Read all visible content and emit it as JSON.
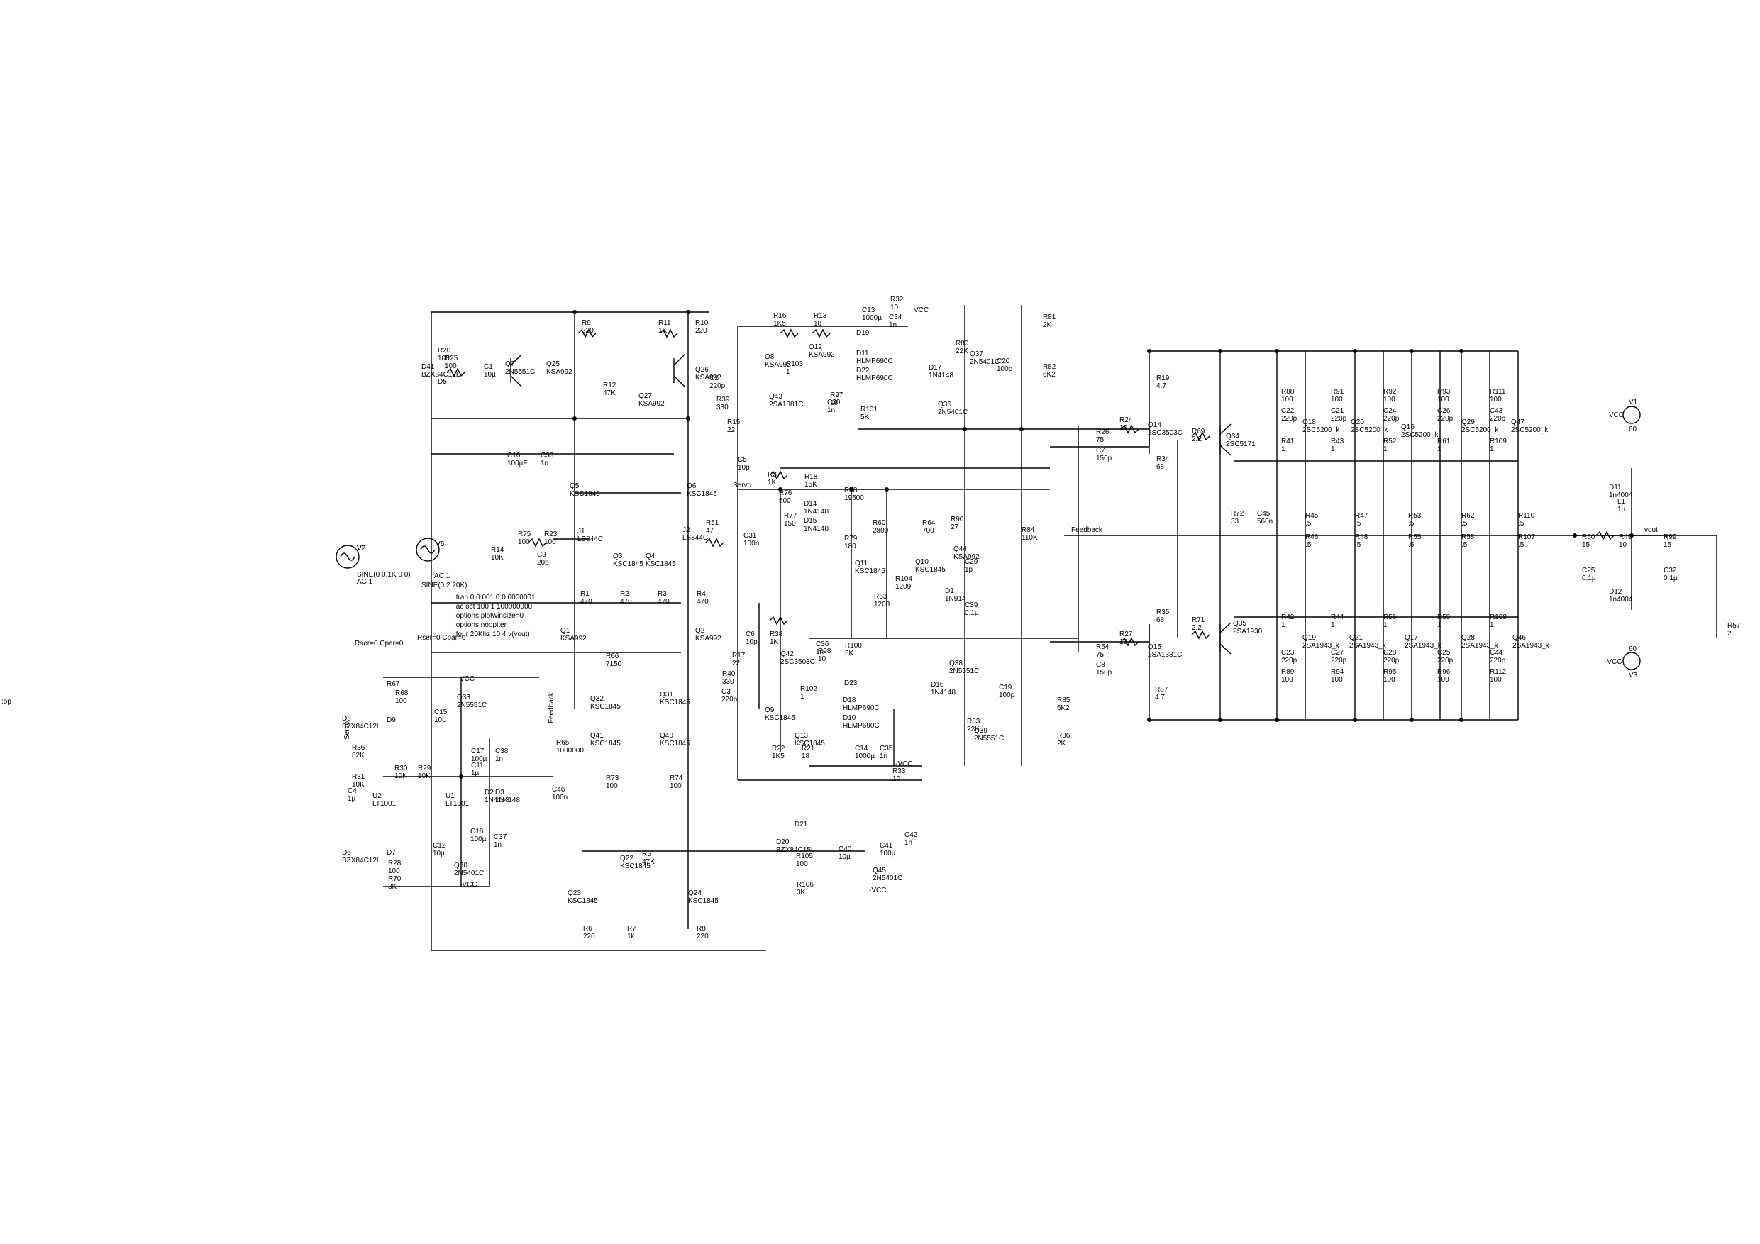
{
  "left_label": ";op",
  "directives": [
    ".tran 0 0.001 0 0.0000001",
    ";ac oct 100 1 100000000",
    ".options plotwinsize=0",
    ".options noopiter",
    ".four 20Khz 10 4 v(vout)"
  ],
  "notes": [
    "Rser=0 Cpar=0",
    "Rser=0 Cpar=0"
  ],
  "net_labels": {
    "vout": "vout",
    "feedback": "Feedback",
    "feedback_vertical": "Feedback",
    "servo": "Servo",
    "servo2": "Servo"
  },
  "sources": [
    {
      "ref": "V2",
      "value": "SINE(0 0.1K 0 0)",
      "extra": "AC 1"
    },
    {
      "ref": "V6",
      "value": "SINE(0 2 20K)",
      "extra": "AC 1"
    },
    {
      "ref": "V1",
      "value": "60"
    },
    {
      "ref": "V3",
      "value": "60"
    }
  ],
  "power_flags": [
    "VCC",
    "-VCC"
  ],
  "components": [
    {
      "ref": "R9",
      "value": "220"
    },
    {
      "ref": "R11",
      "value": "1K"
    },
    {
      "ref": "R10",
      "value": "220"
    },
    {
      "ref": "R16",
      "value": "1K5"
    },
    {
      "ref": "R13",
      "value": "18"
    },
    {
      "ref": "R32",
      "value": "10"
    },
    {
      "ref": "C13",
      "value": "1000µ"
    },
    {
      "ref": "C34",
      "value": "1n"
    },
    {
      "ref": "R81",
      "value": "2K"
    },
    {
      "ref": "R82",
      "value": "6K2"
    },
    {
      "ref": "R20",
      "value": "100"
    },
    {
      "ref": "R25",
      "value": "100"
    },
    {
      "ref": "C1",
      "value": "10µ"
    },
    {
      "ref": "Q7",
      "value": "2N5551C"
    },
    {
      "ref": "D41",
      "value": "BZX84C12L"
    },
    {
      "ref": "D5",
      "value": ""
    },
    {
      "ref": "Q25",
      "value": "KSA992"
    },
    {
      "ref": "Q26",
      "value": "KSA992"
    },
    {
      "ref": "Q27",
      "value": "KSA992"
    },
    {
      "ref": "R12",
      "value": "47K"
    },
    {
      "ref": "C2",
      "value": "220p"
    },
    {
      "ref": "R39",
      "value": "330"
    },
    {
      "ref": "R15",
      "value": "22"
    },
    {
      "ref": "Q8",
      "value": "KSA992"
    },
    {
      "ref": "Q12",
      "value": "KSA992"
    },
    {
      "ref": "R103",
      "value": "1"
    },
    {
      "ref": "Q43",
      "value": "2SA1381C"
    },
    {
      "ref": "R97",
      "value": "10"
    },
    {
      "ref": "C30",
      "value": "1n"
    },
    {
      "ref": "R101",
      "value": "5K"
    },
    {
      "ref": "D19",
      "value": ""
    },
    {
      "ref": "D11",
      "value": "HLMP690C"
    },
    {
      "ref": "D22",
      "value": "HLMP690C"
    },
    {
      "ref": "R80",
      "value": "22K"
    },
    {
      "ref": "Q37",
      "value": "2N5401C"
    },
    {
      "ref": "C20",
      "value": "100p"
    },
    {
      "ref": "D17",
      "value": "1N4148"
    },
    {
      "ref": "Q36",
      "value": "2N5401C"
    },
    {
      "ref": "C16",
      "value": "100µF"
    },
    {
      "ref": "C33",
      "value": "1n"
    },
    {
      "ref": "Q5",
      "value": "KSC1845"
    },
    {
      "ref": "Q6",
      "value": "KSC1845"
    },
    {
      "ref": "C5",
      "value": "10p"
    },
    {
      "ref": "R37",
      "value": "1K"
    },
    {
      "ref": "R18",
      "value": "15K"
    },
    {
      "ref": "R76",
      "value": "500"
    },
    {
      "ref": "R78",
      "value": "19500"
    },
    {
      "ref": "D14",
      "value": "1N4148"
    },
    {
      "ref": "D15",
      "value": "1N4148"
    },
    {
      "ref": "R77",
      "value": "150"
    },
    {
      "ref": "R79",
      "value": "180"
    },
    {
      "ref": "R60",
      "value": "2800"
    },
    {
      "ref": "R64",
      "value": "700"
    },
    {
      "ref": "R90",
      "value": "27"
    },
    {
      "ref": "Q44",
      "value": "KSA992"
    },
    {
      "ref": "C29",
      "value": "1p"
    },
    {
      "ref": "Q11",
      "value": "KSC1845"
    },
    {
      "ref": "Q10",
      "value": "KSC1845"
    },
    {
      "ref": "R104",
      "value": "1209"
    },
    {
      "ref": "R63",
      "value": "1208"
    },
    {
      "ref": "D1",
      "value": "1N914"
    },
    {
      "ref": "C39",
      "value": "0.1µ"
    },
    {
      "ref": "R84",
      "value": "110K"
    },
    {
      "ref": "V2",
      "value": ""
    },
    {
      "ref": "V6",
      "value": ""
    },
    {
      "ref": "R75",
      "value": "100"
    },
    {
      "ref": "R23",
      "value": "100"
    },
    {
      "ref": "C9",
      "value": "20p"
    },
    {
      "ref": "R14",
      "value": "10K"
    },
    {
      "ref": "J1",
      "value": "LS844C"
    },
    {
      "ref": "J2",
      "value": "LS844C"
    },
    {
      "ref": "Q3",
      "value": "KSC1845"
    },
    {
      "ref": "Q4",
      "value": "KSC1845"
    },
    {
      "ref": "R51",
      "value": "47"
    },
    {
      "ref": "C31",
      "value": "100p"
    },
    {
      "ref": "R1",
      "value": "470"
    },
    {
      "ref": "R2",
      "value": "470"
    },
    {
      "ref": "R3",
      "value": "470"
    },
    {
      "ref": "R4",
      "value": "470"
    },
    {
      "ref": "Q1",
      "value": "KSA992"
    },
    {
      "ref": "Q2",
      "value": "KSA992"
    },
    {
      "ref": "R66",
      "value": "7150"
    },
    {
      "ref": "R17",
      "value": "22"
    },
    {
      "ref": "R40",
      "value": "330"
    },
    {
      "ref": "C3",
      "value": "220p"
    },
    {
      "ref": "C6",
      "value": "10p"
    },
    {
      "ref": "R38",
      "value": "1K"
    },
    {
      "ref": "Q42",
      "value": "2SC3503C"
    },
    {
      "ref": "C36",
      "value": "1n"
    },
    {
      "ref": "R98",
      "value": "10"
    },
    {
      "ref": "R100",
      "value": "5K"
    },
    {
      "ref": "R102",
      "value": "1"
    },
    {
      "ref": "Q9",
      "value": "KSC1845"
    },
    {
      "ref": "Q13",
      "value": "KSC1845"
    },
    {
      "ref": "D23",
      "value": ""
    },
    {
      "ref": "D18",
      "value": "HLMP690C"
    },
    {
      "ref": "D10",
      "value": "HLMP690C"
    },
    {
      "ref": "R22",
      "value": "1K5"
    },
    {
      "ref": "R21",
      "value": "18"
    },
    {
      "ref": "C14",
      "value": "1000µ"
    },
    {
      "ref": "C35",
      "value": "1n"
    },
    {
      "ref": "R33",
      "value": "10"
    },
    {
      "ref": "Q38",
      "value": "2N5551C"
    },
    {
      "ref": "D16",
      "value": "1N4148"
    },
    {
      "ref": "C19",
      "value": "100p"
    },
    {
      "ref": "R83",
      "value": "22K"
    },
    {
      "ref": "Q39",
      "value": "2N5551C"
    },
    {
      "ref": "R85",
      "value": "6K2"
    },
    {
      "ref": "R86",
      "value": "2K"
    },
    {
      "ref": "Q32",
      "value": "KSC1845"
    },
    {
      "ref": "Q31",
      "value": "KSC1845"
    },
    {
      "ref": "Q41",
      "value": "KSC1845"
    },
    {
      "ref": "Q40",
      "value": "KSC1845"
    },
    {
      "ref": "R73",
      "value": "100"
    },
    {
      "ref": "R74",
      "value": "100"
    },
    {
      "ref": "R65",
      "value": "1000000"
    },
    {
      "ref": "C46",
      "value": "100n"
    },
    {
      "ref": "Q22",
      "value": "KSC1845"
    },
    {
      "ref": "R5",
      "value": "47K"
    },
    {
      "ref": "Q23",
      "value": "KSC1845"
    },
    {
      "ref": "Q24",
      "value": "KSC1845"
    },
    {
      "ref": "R6",
      "value": "220"
    },
    {
      "ref": "R7",
      "value": "1k"
    },
    {
      "ref": "R8",
      "value": "220"
    },
    {
      "ref": "D21",
      "value": ""
    },
    {
      "ref": "D20",
      "value": "BZX84C15L"
    },
    {
      "ref": "R105",
      "value": "100"
    },
    {
      "ref": "R106",
      "value": "3K"
    },
    {
      "ref": "C40",
      "value": "10µ"
    },
    {
      "ref": "C41",
      "value": "100µ"
    },
    {
      "ref": "C42",
      "value": "1n"
    },
    {
      "ref": "Q45",
      "value": "2N5401C"
    },
    {
      "ref": "R67",
      "value": ""
    },
    {
      "ref": "R68",
      "value": "100"
    },
    {
      "ref": "D8",
      "value": "BZX84C12L"
    },
    {
      "ref": "D9",
      "value": ""
    },
    {
      "ref": "Q33",
      "value": "2N5551C"
    },
    {
      "ref": "C15",
      "value": "10µ"
    },
    {
      "ref": "C17",
      "value": "100µ"
    },
    {
      "ref": "C38",
      "value": "1n"
    },
    {
      "ref": "R36",
      "value": "82K"
    },
    {
      "ref": "R31",
      "value": "10K"
    },
    {
      "ref": "C4",
      "value": "1µ"
    },
    {
      "ref": "R30",
      "value": "10K"
    },
    {
      "ref": "R29",
      "value": "10K"
    },
    {
      "ref": "C11",
      "value": "1µ"
    },
    {
      "ref": "U2",
      "value": "LT1001"
    },
    {
      "ref": "U1",
      "value": "LT1001"
    },
    {
      "ref": "D2",
      "value": "1N4148"
    },
    {
      "ref": "D3",
      "value": "1N4148"
    },
    {
      "ref": "C18",
      "value": "100µ"
    },
    {
      "ref": "C37",
      "value": "1n"
    },
    {
      "ref": "D7",
      "value": ""
    },
    {
      "ref": "D6",
      "value": "BZX84C12L"
    },
    {
      "ref": "R28",
      "value": "100"
    },
    {
      "ref": "R70",
      "value": "3K"
    },
    {
      "ref": "C12",
      "value": "10µ"
    },
    {
      "ref": "Q30",
      "value": "2N5401C"
    },
    {
      "ref": "R19",
      "value": "4.7"
    },
    {
      "ref": "R26",
      "value": "75"
    },
    {
      "ref": "C7",
      "value": "150p"
    },
    {
      "ref": "R24",
      "value": "10"
    },
    {
      "ref": "Q14",
      "value": "2SC3503C"
    },
    {
      "ref": "R34",
      "value": "68"
    },
    {
      "ref": "R69",
      "value": "2.2"
    },
    {
      "ref": "Q34",
      "value": "2SC5171"
    },
    {
      "ref": "R72",
      "value": "33"
    },
    {
      "ref": "C45",
      "value": "560n"
    },
    {
      "ref": "R35",
      "value": "68"
    },
    {
      "ref": "R27",
      "value": "10"
    },
    {
      "ref": "Q15",
      "value": "2SA1381C"
    },
    {
      "ref": "R54",
      "value": "75"
    },
    {
      "ref": "C8",
      "value": "150p"
    },
    {
      "ref": "R87",
      "value": "4.7"
    },
    {
      "ref": "R71",
      "value": "2.2"
    },
    {
      "ref": "Q35",
      "value": "2SA1930"
    },
    {
      "ref": "R88",
      "value": "100"
    },
    {
      "ref": "C22",
      "value": "220p"
    },
    {
      "ref": "Q18",
      "value": "2SC5200_k"
    },
    {
      "ref": "R91",
      "value": "100"
    },
    {
      "ref": "C21",
      "value": "220p"
    },
    {
      "ref": "Q20",
      "value": "2SC5200_k"
    },
    {
      "ref": "R92",
      "value": "100"
    },
    {
      "ref": "C24",
      "value": "220p"
    },
    {
      "ref": "Q16",
      "value": "2SC5200_k"
    },
    {
      "ref": "R93",
      "value": "100"
    },
    {
      "ref": "C26",
      "value": "220p"
    },
    {
      "ref": "Q29",
      "value": "2SC5200_k"
    },
    {
      "ref": "R111",
      "value": "100"
    },
    {
      "ref": "C43",
      "value": "220p"
    },
    {
      "ref": "Q47",
      "value": "2SC5200_k"
    },
    {
      "ref": "R41",
      "value": "1"
    },
    {
      "ref": "R43",
      "value": "1"
    },
    {
      "ref": "R52",
      "value": "1"
    },
    {
      "ref": "R61",
      "value": "1"
    },
    {
      "ref": "R109",
      "value": "1"
    },
    {
      "ref": "R45",
      "value": ".5"
    },
    {
      "ref": "R47",
      "value": ".5"
    },
    {
      "ref": "R53",
      "value": ".5"
    },
    {
      "ref": "R62",
      "value": ".5"
    },
    {
      "ref": "R110",
      "value": ".5"
    },
    {
      "ref": "R46",
      "value": ".5"
    },
    {
      "ref": "R48",
      "value": ".5"
    },
    {
      "ref": "R55",
      "value": ".5"
    },
    {
      "ref": "R58",
      "value": ".5"
    },
    {
      "ref": "R107",
      "value": ".5"
    },
    {
      "ref": "R42",
      "value": "1"
    },
    {
      "ref": "R44",
      "value": "1"
    },
    {
      "ref": "R56",
      "value": "1"
    },
    {
      "ref": "R59",
      "value": "1"
    },
    {
      "ref": "R108",
      "value": "1"
    },
    {
      "ref": "C23",
      "value": "220p"
    },
    {
      "ref": "Q19",
      "value": "2SA1943_k"
    },
    {
      "ref": "R89",
      "value": "100"
    },
    {
      "ref": "C27",
      "value": "220p"
    },
    {
      "ref": "Q21",
      "value": "2SA1943_k"
    },
    {
      "ref": "R94",
      "value": "100"
    },
    {
      "ref": "C28",
      "value": "220p"
    },
    {
      "ref": "Q17",
      "value": "2SA1943_k"
    },
    {
      "ref": "R95",
      "value": "100"
    },
    {
      "ref": "C25",
      "value": "220p"
    },
    {
      "ref": "Q28",
      "value": "2SA1943_k"
    },
    {
      "ref": "R96",
      "value": "100"
    },
    {
      "ref": "C44",
      "value": "220p"
    },
    {
      "ref": "Q46",
      "value": "2SA1943_k"
    },
    {
      "ref": "R112",
      "value": "100"
    },
    {
      "ref": "R50",
      "value": "15"
    },
    {
      "ref": "C25b",
      "value": "0.1µ"
    },
    {
      "ref": "L1",
      "value": "1µ"
    },
    {
      "ref": "R49",
      "value": "10"
    },
    {
      "ref": "R99",
      "value": "15"
    },
    {
      "ref": "C32",
      "value": "0.1µ"
    },
    {
      "ref": "D11b",
      "value": "1n4004"
    },
    {
      "ref": "D12",
      "value": "1n4004"
    },
    {
      "ref": "R57",
      "value": "2"
    }
  ]
}
